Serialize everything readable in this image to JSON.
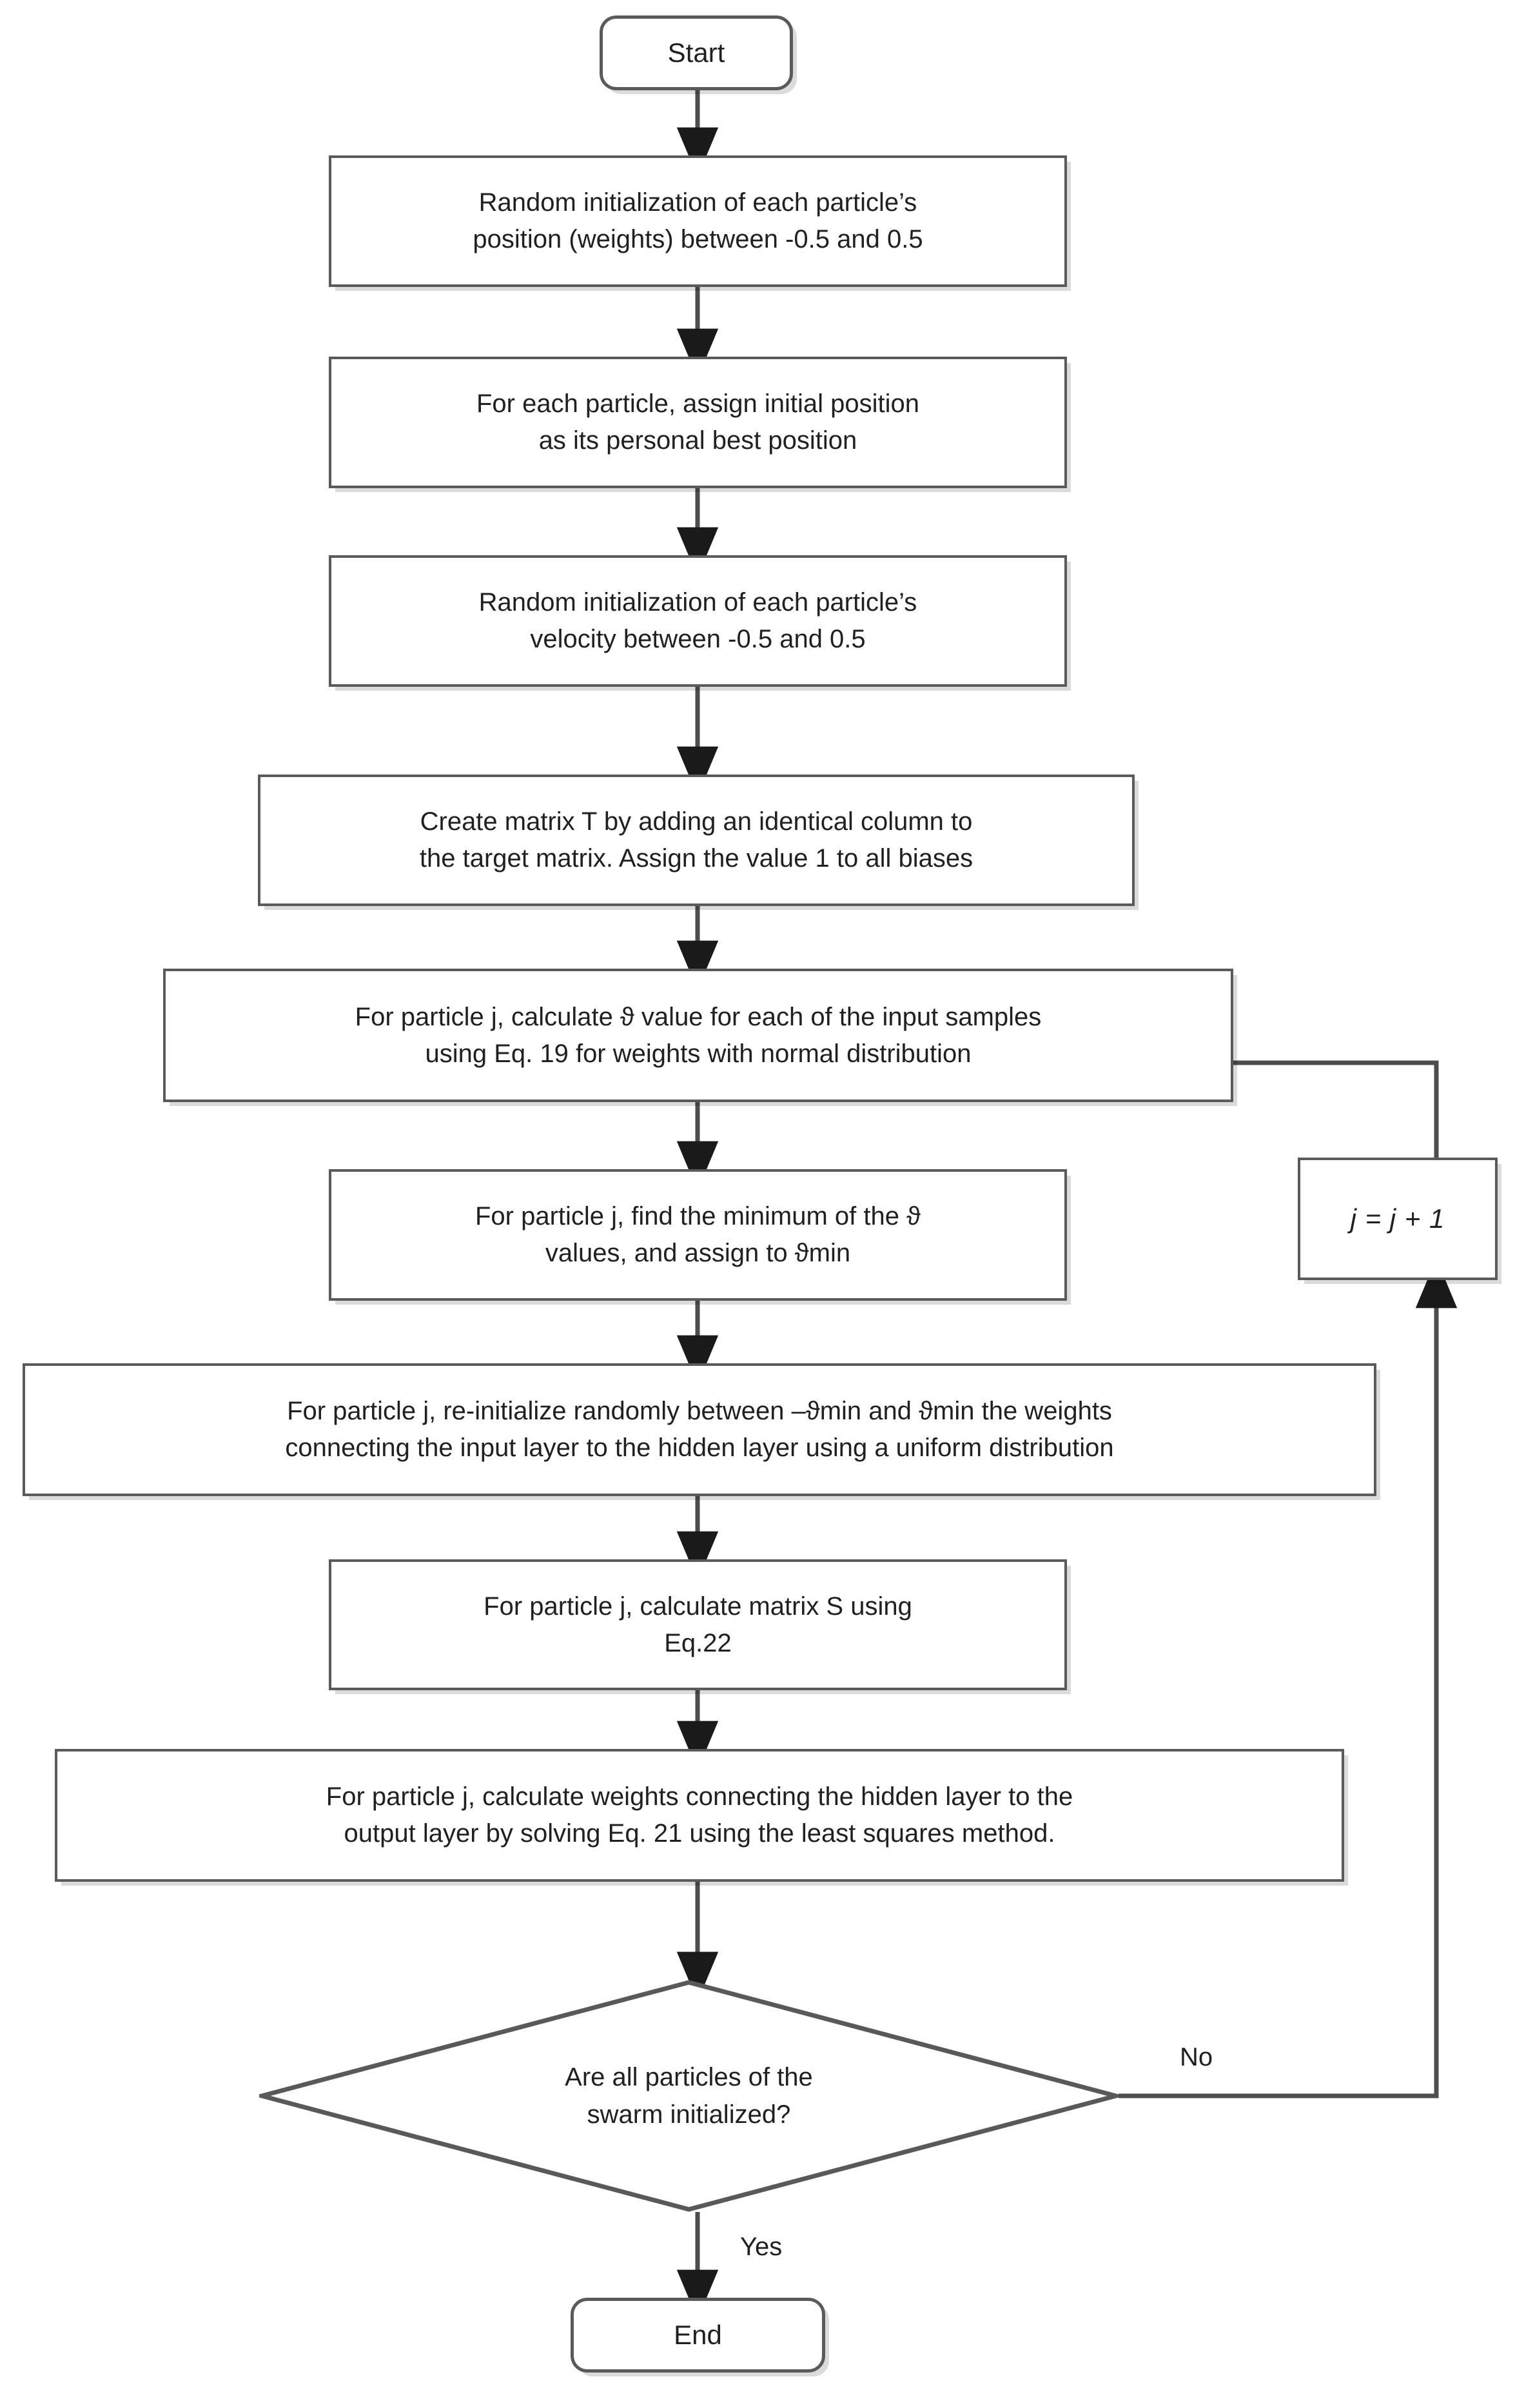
{
  "diagram": {
    "title": "Particle swarm initialization flowchart",
    "type": "flowchart",
    "colors": {
      "node_border": "#5a5a5a",
      "node_fill": "#ffffff",
      "connector": "#4d4d4d",
      "text": "#231f20",
      "background": "#ffffff"
    },
    "nodes": [
      {
        "id": "start",
        "shape": "terminator",
        "label": "Start"
      },
      {
        "id": "n1",
        "shape": "process",
        "label": "Random initialization of each particle’s\nposition (weights) between -0.5 and 0.5"
      },
      {
        "id": "n2",
        "shape": "process",
        "label": "For each particle, assign initial position\nas its personal best position"
      },
      {
        "id": "n3",
        "shape": "process",
        "label": "Random initialization of each particle’s\nvelocity between -0.5 and 0.5"
      },
      {
        "id": "n4",
        "shape": "process",
        "label": "Create matrix T by adding an identical column to\nthe target matrix. Assign the value 1 to all biases"
      },
      {
        "id": "n5",
        "shape": "process",
        "label": "For particle j, calculate ϑ value for each of the input samples\nusing Eq. 19 for weights with normal distribution"
      },
      {
        "id": "n6",
        "shape": "process",
        "label": "For particle j, find the minimum of the ϑ\nvalues, and assign to ϑmin"
      },
      {
        "id": "n7",
        "shape": "process",
        "label": "For particle j, re-initialize randomly between –ϑmin and ϑmin the weights\nconnecting the input layer to the hidden layer using a uniform distribution"
      },
      {
        "id": "n8",
        "shape": "process",
        "label": "For particle j, calculate matrix S using\nEq.22"
      },
      {
        "id": "n9",
        "shape": "process",
        "label": "For particle j, calculate weights connecting the hidden layer to the\noutput layer by solving Eq. 21 using the least squares method."
      },
      {
        "id": "decide",
        "shape": "decision",
        "label": "Are all particles of the\nswarm initialized?"
      },
      {
        "id": "loop",
        "shape": "process",
        "label": "j = j + 1"
      },
      {
        "id": "end",
        "shape": "terminator",
        "label": "End"
      }
    ],
    "edge_labels": {
      "no": "No",
      "yes": "Yes"
    },
    "edges": [
      {
        "from": "start",
        "to": "n1",
        "label": ""
      },
      {
        "from": "n1",
        "to": "n2",
        "label": ""
      },
      {
        "from": "n2",
        "to": "n3",
        "label": ""
      },
      {
        "from": "n3",
        "to": "n4",
        "label": ""
      },
      {
        "from": "n4",
        "to": "n5",
        "label": ""
      },
      {
        "from": "n5",
        "to": "n6",
        "label": ""
      },
      {
        "from": "n6",
        "to": "n7",
        "label": ""
      },
      {
        "from": "n7",
        "to": "n8",
        "label": ""
      },
      {
        "from": "n8",
        "to": "n9",
        "label": ""
      },
      {
        "from": "n9",
        "to": "decide",
        "label": ""
      },
      {
        "from": "decide",
        "to": "loop",
        "label": "No"
      },
      {
        "from": "loop",
        "to": "n5",
        "label": ""
      },
      {
        "from": "decide",
        "to": "end",
        "label": "Yes"
      }
    ]
  }
}
